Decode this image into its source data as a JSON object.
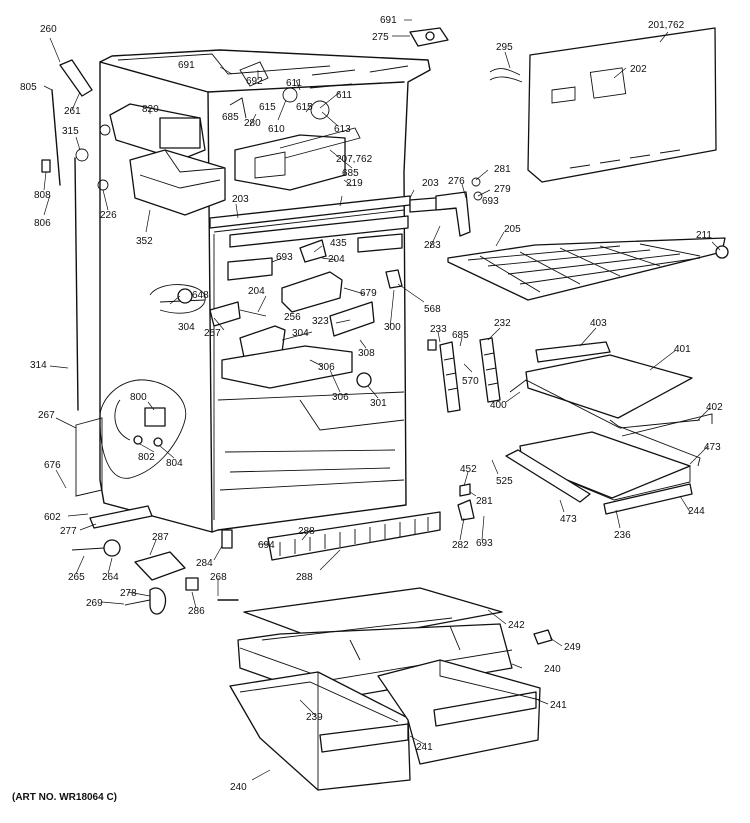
{
  "art_number": "(ART NO. WR18064 C)",
  "callouts": [
    {
      "id": "c260",
      "label": "260"
    },
    {
      "id": "c805",
      "label": "805"
    },
    {
      "id": "c261",
      "label": "261"
    },
    {
      "id": "c315",
      "label": "315"
    },
    {
      "id": "c808",
      "label": "808"
    },
    {
      "id": "c806",
      "label": "806"
    },
    {
      "id": "c226",
      "label": "226"
    },
    {
      "id": "c352",
      "label": "352"
    },
    {
      "id": "c820",
      "label": "820"
    },
    {
      "id": "c691a",
      "label": "691"
    },
    {
      "id": "c692",
      "label": "692"
    },
    {
      "id": "c611a",
      "label": "611"
    },
    {
      "id": "c611b",
      "label": "611"
    },
    {
      "id": "c615a",
      "label": "615"
    },
    {
      "id": "c615b",
      "label": "615"
    },
    {
      "id": "c610",
      "label": "610"
    },
    {
      "id": "c613",
      "label": "613"
    },
    {
      "id": "c685a",
      "label": "685"
    },
    {
      "id": "c280",
      "label": "280"
    },
    {
      "id": "c207",
      "label": "207,762"
    },
    {
      "id": "c685b",
      "label": "685"
    },
    {
      "id": "c219",
      "label": "219"
    },
    {
      "id": "c203a",
      "label": "203"
    },
    {
      "id": "c203b",
      "label": "203"
    },
    {
      "id": "c691b",
      "label": "691"
    },
    {
      "id": "c275",
      "label": "275"
    },
    {
      "id": "c295",
      "label": "295"
    },
    {
      "id": "c201",
      "label": "201,762"
    },
    {
      "id": "c202",
      "label": "202"
    },
    {
      "id": "c281a",
      "label": "281"
    },
    {
      "id": "c276",
      "label": "276"
    },
    {
      "id": "c279",
      "label": "279"
    },
    {
      "id": "c693a",
      "label": "693"
    },
    {
      "id": "c283",
      "label": "283"
    },
    {
      "id": "c205",
      "label": "205"
    },
    {
      "id": "c211",
      "label": "211"
    },
    {
      "id": "c693b",
      "label": "693"
    },
    {
      "id": "c435",
      "label": "435"
    },
    {
      "id": "c204a",
      "label": "204"
    },
    {
      "id": "c204b",
      "label": "204"
    },
    {
      "id": "c679",
      "label": "679"
    },
    {
      "id": "c568",
      "label": "568"
    },
    {
      "id": "c648",
      "label": "648"
    },
    {
      "id": "c256",
      "label": "256"
    },
    {
      "id": "c304a",
      "label": "304"
    },
    {
      "id": "c257",
      "label": "257"
    },
    {
      "id": "c323",
      "label": "323"
    },
    {
      "id": "c300",
      "label": "300"
    },
    {
      "id": "c304b",
      "label": "304"
    },
    {
      "id": "c308",
      "label": "308"
    },
    {
      "id": "c306a",
      "label": "306"
    },
    {
      "id": "c306b",
      "label": "306"
    },
    {
      "id": "c301",
      "label": "301"
    },
    {
      "id": "c233",
      "label": "233"
    },
    {
      "id": "c685c",
      "label": "685"
    },
    {
      "id": "c232",
      "label": "232"
    },
    {
      "id": "c570",
      "label": "570"
    },
    {
      "id": "c403",
      "label": "403"
    },
    {
      "id": "c401",
      "label": "401"
    },
    {
      "id": "c400",
      "label": "400"
    },
    {
      "id": "c402",
      "label": "402"
    },
    {
      "id": "c314",
      "label": "314"
    },
    {
      "id": "c267",
      "label": "267"
    },
    {
      "id": "c800",
      "label": "800"
    },
    {
      "id": "c802",
      "label": "802"
    },
    {
      "id": "c804",
      "label": "804"
    },
    {
      "id": "c676",
      "label": "676"
    },
    {
      "id": "c452",
      "label": "452"
    },
    {
      "id": "c525",
      "label": "525"
    },
    {
      "id": "c473a",
      "label": "473"
    },
    {
      "id": "c473b",
      "label": "473"
    },
    {
      "id": "c281b",
      "label": "281"
    },
    {
      "id": "c244",
      "label": "244"
    },
    {
      "id": "c236",
      "label": "236"
    },
    {
      "id": "c602",
      "label": "602"
    },
    {
      "id": "c277",
      "label": "277"
    },
    {
      "id": "c288a",
      "label": "288"
    },
    {
      "id": "c288b",
      "label": "288"
    },
    {
      "id": "c694",
      "label": "694"
    },
    {
      "id": "c284",
      "label": "284"
    },
    {
      "id": "c282",
      "label": "282"
    },
    {
      "id": "c693c",
      "label": "693"
    },
    {
      "id": "c287",
      "label": "287"
    },
    {
      "id": "c265",
      "label": "265"
    },
    {
      "id": "c264",
      "label": "264"
    },
    {
      "id": "c268",
      "label": "268"
    },
    {
      "id": "c278",
      "label": "278"
    },
    {
      "id": "c269",
      "label": "269"
    },
    {
      "id": "c286",
      "label": "286"
    },
    {
      "id": "c242",
      "label": "242"
    },
    {
      "id": "c249",
      "label": "249"
    },
    {
      "id": "c240a",
      "label": "240"
    },
    {
      "id": "c241a",
      "label": "241"
    },
    {
      "id": "c239",
      "label": "239"
    },
    {
      "id": "c241b",
      "label": "241"
    },
    {
      "id": "c240b",
      "label": "240"
    }
  ]
}
